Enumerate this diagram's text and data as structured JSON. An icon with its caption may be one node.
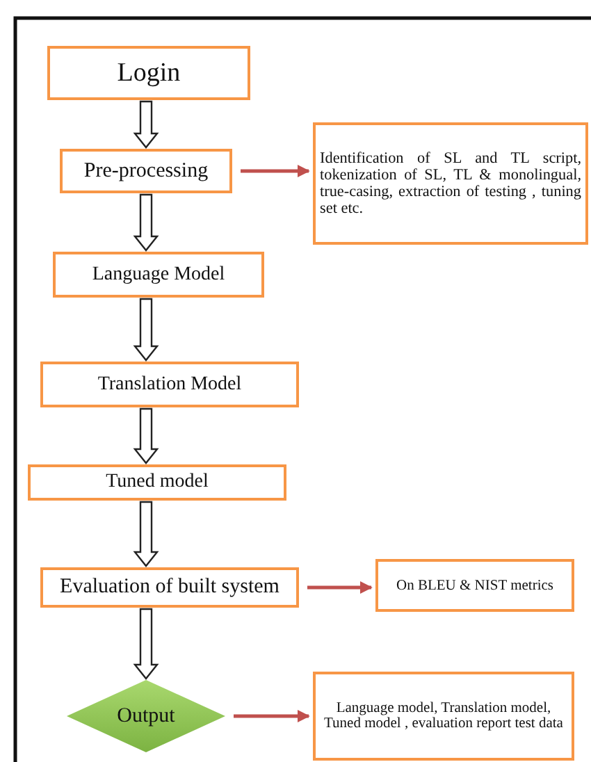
{
  "diagram": {
    "nodes": [
      {
        "text": [
          "Login"
        ]
      },
      {
        "text": [
          "Pre-processing"
        ]
      },
      {
        "text": [
          "Identification of SL and TL script, tokenization of SL, TL & monolingual, true-casing, extraction of testing , tuning set etc."
        ]
      },
      {
        "text": [
          "Language Model"
        ]
      },
      {
        "text": [
          "Translation Model"
        ]
      },
      {
        "text": [
          "Tuned model"
        ]
      },
      {
        "text": [
          "Evaluation of built system"
        ]
      },
      {
        "text": [
          "On BLEU & NIST metrics"
        ]
      },
      {
        "text": [
          "Output"
        ]
      },
      {
        "text": [
          "Language model, Translation model, Tuned model , evaluation report test data"
        ]
      }
    ],
    "edges": [
      {
        "from": 0,
        "to": 1,
        "arrow": "to"
      },
      {
        "from": 1,
        "to": 3,
        "arrow": "to"
      },
      {
        "from": 3,
        "to": 4,
        "arrow": "to"
      },
      {
        "from": 4,
        "to": 5,
        "arrow": "to"
      },
      {
        "from": 5,
        "to": 6,
        "arrow": "to"
      },
      {
        "from": 6,
        "to": 8,
        "arrow": "to"
      },
      {
        "from": 1,
        "to": 2,
        "arrow": "to",
        "color": "#c0504d"
      },
      {
        "from": 6,
        "to": 7,
        "arrow": "to",
        "color": "#c0504d"
      },
      {
        "from": 8,
        "to": 9,
        "arrow": "to",
        "color": "#c0504d"
      }
    ]
  }
}
